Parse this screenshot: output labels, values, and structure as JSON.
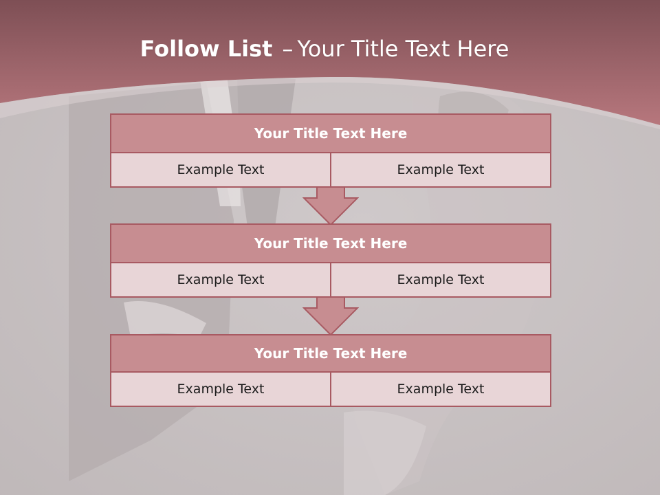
{
  "slide": {
    "title_bold": "Follow List",
    "title_sep": "–",
    "title_rest": "Your Title Text Here"
  },
  "blocks": [
    {
      "title": "Your Title Text Here",
      "left": "Example Text",
      "right": "Example Text"
    },
    {
      "title": "Your Title Text Here",
      "left": "Example Text",
      "right": "Example Text"
    },
    {
      "title": "Your Title Text Here",
      "left": "Example Text",
      "right": "Example Text"
    }
  ],
  "colors": {
    "header": "#a86a72",
    "title_fill": "#c78d91",
    "cell_fill": "#e8d5d7",
    "border": "#a85a62",
    "arrow": "#c78d91"
  },
  "icons": [
    "down-arrow-icon"
  ]
}
